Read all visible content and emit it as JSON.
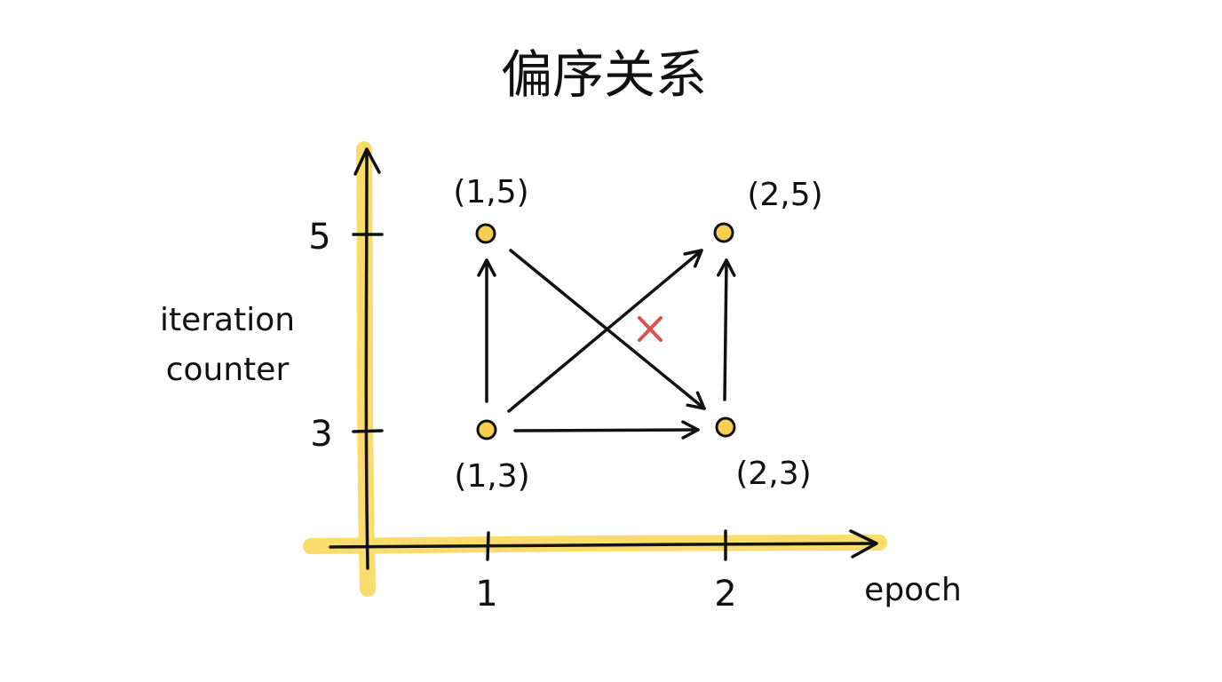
{
  "title": "偏序关系",
  "axes": {
    "x_label": "epoch",
    "y_label_line1": "iteration",
    "y_label_line2": "counter",
    "x_ticks": [
      "1",
      "2"
    ],
    "y_ticks": [
      "3",
      "5"
    ]
  },
  "nodes": [
    {
      "id": "n13",
      "label": "(1,3)"
    },
    {
      "id": "n15",
      "label": "(1,5)"
    },
    {
      "id": "n23",
      "label": "(2,3)"
    },
    {
      "id": "n25",
      "label": "(2,5)"
    }
  ],
  "edges": [
    {
      "from": "(1,3)",
      "to": "(1,5)",
      "valid": true
    },
    {
      "from": "(1,3)",
      "to": "(2,3)",
      "valid": true
    },
    {
      "from": "(1,3)",
      "to": "(2,5)",
      "valid": true
    },
    {
      "from": "(2,3)",
      "to": "(2,5)",
      "valid": true
    },
    {
      "from": "(1,5)",
      "to": "(2,3)",
      "valid": false
    }
  ],
  "colors": {
    "highlight": "#F9DC6C",
    "node_fill": "#F6CF4F",
    "ink": "#111111",
    "invalid_mark": "#D9534F"
  },
  "icons": {
    "invalid_mark": "cross-icon"
  }
}
